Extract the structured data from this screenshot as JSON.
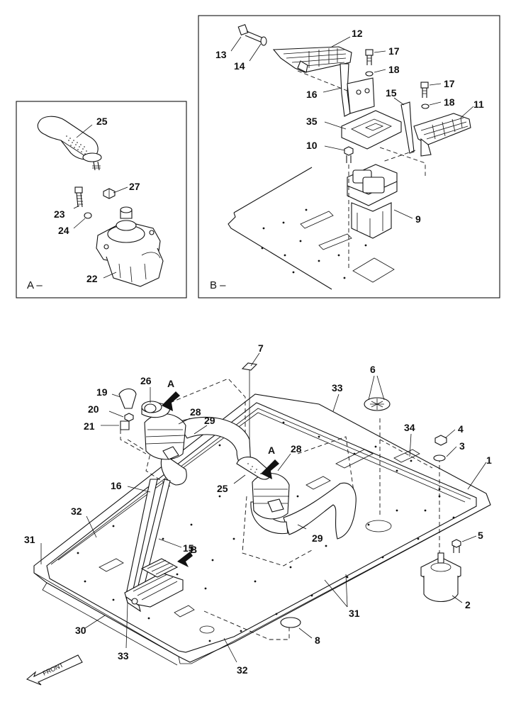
{
  "insets": {
    "a_tag": "A –",
    "b_tag": "B –"
  },
  "view_arrows": {
    "a1": "A",
    "a2": "A",
    "b": "B"
  },
  "front_label": "FRONT",
  "part_numbers": {
    "p25a": "25",
    "p27": "27",
    "p23": "23",
    "p24": "24",
    "p22": "22",
    "p12": "12",
    "p13": "13",
    "p14": "14",
    "p17a": "17",
    "p18a": "18",
    "p16a": "16",
    "p15a": "15",
    "p17b": "17",
    "p18b": "18",
    "p11": "11",
    "p35": "35",
    "p10": "10",
    "p9": "9",
    "p7": "7",
    "p6": "6",
    "p19": "19",
    "p26": "26",
    "p20": "20",
    "p21": "21",
    "p28a": "28",
    "p29a": "29",
    "p33a": "33",
    "p34": "34",
    "p4": "4",
    "p3": "3",
    "p1": "1",
    "p28b": "28",
    "p16b": "16",
    "p25b": "25",
    "p32a": "32",
    "p31a": "31",
    "p15b": "15",
    "p29b": "29",
    "p5": "5",
    "p2": "2",
    "p31b": "31",
    "p30": "30",
    "p33b": "33",
    "p8": "8",
    "p32b": "32"
  }
}
